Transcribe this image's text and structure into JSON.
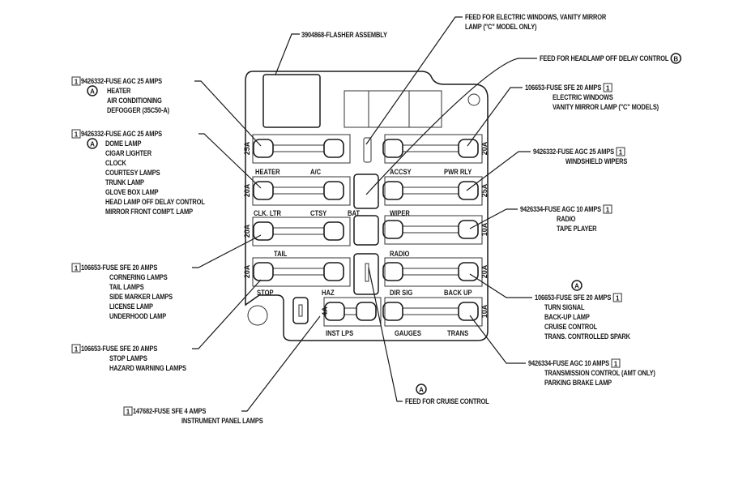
{
  "callouts": {
    "flasher": {
      "lines": [
        "3904868-FLASHER ASSEMBLY"
      ]
    },
    "feed_windows": {
      "lines": [
        "FEED FOR ELECTRIC WINDOWS, VANITY MIRROR",
        "LAMP (\"C\" MODEL ONLY)"
      ]
    },
    "feed_headlamp": {
      "lines": [
        "FEED FOR HEADLAMP OFF DELAY CONTROL"
      ],
      "badge": "B"
    },
    "right_fuse_1": {
      "lines": [
        "106653-FUSE SFE 20 AMPS",
        "ELECTRIC WINDOWS",
        "VANITY MIRROR LAMP (\"C\" MODELS)"
      ],
      "badge": "1"
    },
    "right_fuse_2": {
      "lines": [
        "9426332-FUSE AGC 25 AMPS",
        "WINDSHIELD WIPERS"
      ],
      "badge": "1"
    },
    "right_fuse_3": {
      "lines": [
        "9426334-FUSE AGC 10 AMPS",
        "RADIO",
        "TAPE PLAYER"
      ],
      "badge": "1"
    },
    "right_fuse_4": {
      "lines": [
        "106653-FUSE SFE 20 AMPS",
        "TURN SIGNAL",
        "BACK-UP LAMP",
        "CRUISE CONTROL",
        "TRANS. CONTROLLED SPARK"
      ],
      "badge": "1",
      "note": "A"
    },
    "right_fuse_5": {
      "lines": [
        "9426334-FUSE AGC 10 AMPS",
        "TRANSMISSION CONTROL (AMT ONLY)",
        "PARKING BRAKE LAMP"
      ],
      "badge": "1"
    },
    "left_fuse_1": {
      "lines": [
        "9426332-FUSE AGC 25 AMPS",
        "HEATER",
        "AIR CONDITIONING",
        "DEFOGGER (35C50-A)"
      ],
      "badge": "1",
      "note": "A"
    },
    "left_fuse_2": {
      "lines": [
        "9426332-FUSE AGC 25 AMPS",
        "DOME LAMP",
        "CIGAR LIGHTER",
        "CLOCK",
        "COURTESY LAMPS",
        "TRUNK LAMP",
        "GLOVE BOX LAMP",
        "HEAD LAMP OFF DELAY CONTROL",
        "MIRROR FRONT COMPT. LAMP"
      ],
      "badge": "1",
      "note": "A"
    },
    "left_fuse_3": {
      "lines": [
        "106653-FUSE SFE 20 AMPS",
        "CORNERING LAMPS",
        "TAIL LAMPS",
        "SIDE MARKER LAMPS",
        "LICENSE LAMP",
        "UNDERHOOD LAMP"
      ],
      "badge": "1"
    },
    "left_fuse_4": {
      "lines": [
        "106653-FUSE SFE 20 AMPS",
        "STOP LAMPS",
        "HAZARD WARNING LAMPS"
      ],
      "badge": "1"
    },
    "bottom_fuse": {
      "lines": [
        "147682-FUSE SFE 4 AMPS",
        "INSTRUMENT PANEL LAMPS"
      ],
      "badge": "1"
    },
    "feed_cruise": {
      "lines": [
        "FEED FOR CRUISE CONTROL"
      ],
      "note": "A"
    }
  },
  "fuse_box": {
    "labels": [
      "HEATER",
      "A/C",
      "CLK. LTR",
      "CTSY",
      "BAT",
      "TAIL",
      "STOP",
      "HAZ",
      "ACCSY",
      "PWR RLY",
      "WIPER",
      "RADIO",
      "DIR SIG",
      "BACK UP",
      "INST LPS",
      "GAUGES",
      "TRANS"
    ],
    "left_ratings": [
      "25A",
      "20A",
      "20A",
      "20A"
    ],
    "right_ratings": [
      "20A",
      "25A",
      "10A",
      "20A",
      "10A"
    ],
    "bottom_rating": "4A"
  }
}
